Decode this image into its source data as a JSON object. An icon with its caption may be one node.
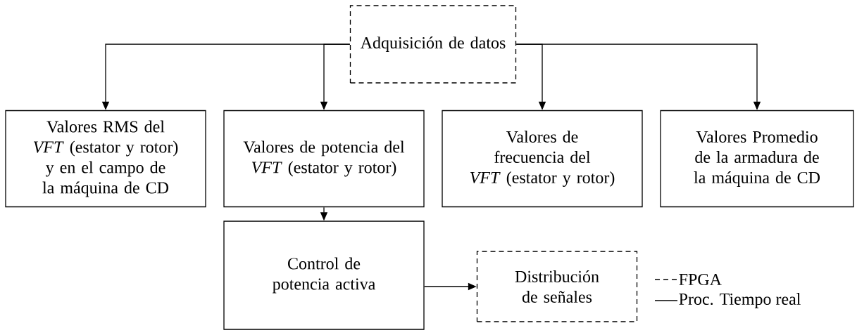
{
  "diagram": {
    "nodes": [
      {
        "text": [
          "Adquisición de datos"
        ]
      },
      {
        "text": [
          "Valores RMS del *VFT* (estator y rotor) y en el campo de la máquina de CD"
        ]
      },
      {
        "text": [
          "Valores de potencia del *VFT* (estator y rotor)"
        ]
      },
      {
        "text": [
          "Valores de frecuencia del *VFT* (estator y rotor)"
        ]
      },
      {
        "text": [
          "Valores Promedio de la armadura de la máquina de CD"
        ]
      },
      {
        "text": [
          "Control de potencia activa"
        ]
      },
      {
        "text": [
          "Distribución de señales"
        ]
      }
    ],
    "edges": [
      {
        "from": 0,
        "to": 1,
        "arrow": "to"
      },
      {
        "from": 0,
        "to": 2,
        "arrow": "to"
      },
      {
        "from": 0,
        "to": 3,
        "arrow": "to"
      },
      {
        "from": 0,
        "to": 4,
        "arrow": "to"
      },
      {
        "from": 2,
        "to": 5,
        "arrow": "to"
      },
      {
        "from": 5,
        "to": 6,
        "arrow": "to"
      }
    ],
    "legend": [
      {
        "text": "FPGA"
      },
      {
        "text": "Proc. Tiempo real"
      }
    ]
  }
}
